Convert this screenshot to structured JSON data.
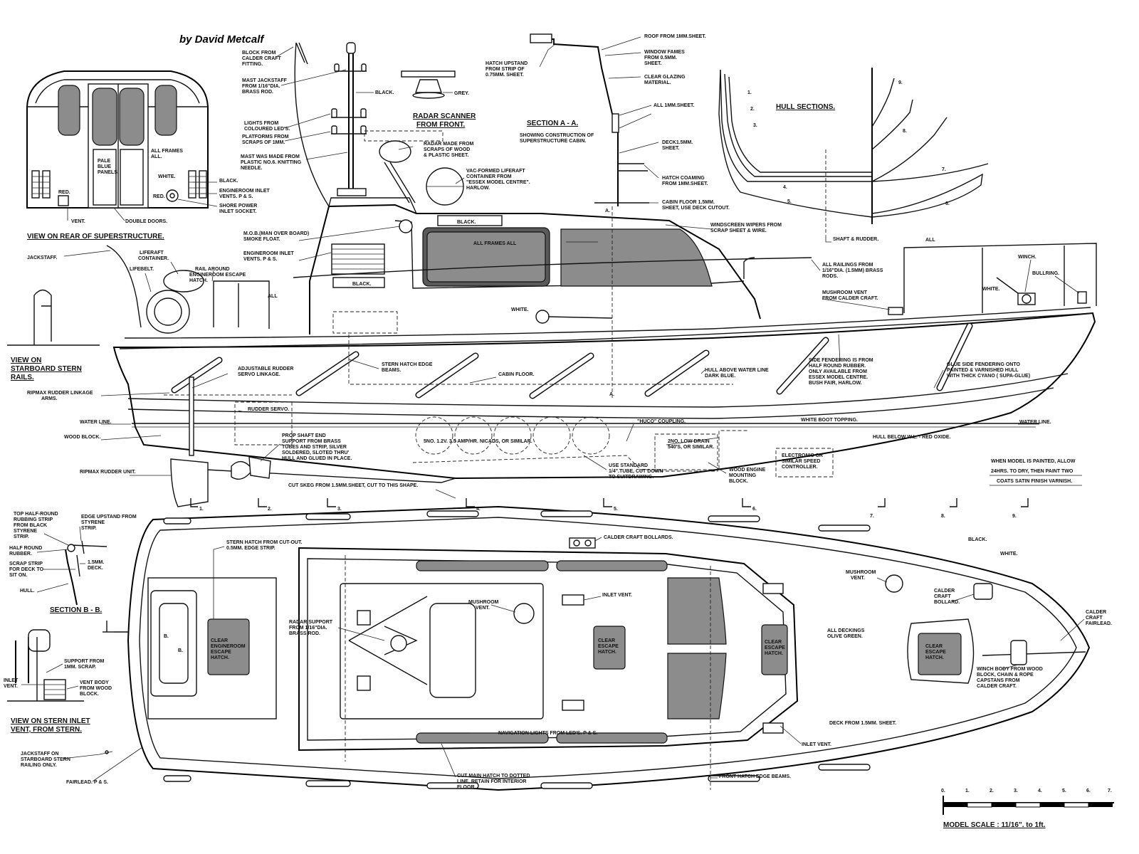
{
  "title": "by David Metcalf",
  "views": {
    "rear_superstructure": "VIEW ON REAR OF SUPERSTRUCTURE.",
    "starboard_stern": [
      "VIEW ON",
      "STARBOARD STERN",
      "RAILS."
    ],
    "section_aa": "SECTION A - A.",
    "section_aa_sub": [
      "SHOWING CONSTRUCTION OF",
      "SUPERSTRUCTURE CABIN."
    ],
    "hull_sections": "HULL SECTIONS.",
    "section_bb": "SECTION B - B.",
    "stern_inlet": [
      "VIEW ON STERN INLET",
      "VENT, FROM STERN."
    ],
    "radar_front": [
      "RADAR SCANNER",
      "FROM FRONT."
    ]
  },
  "rear_view_labels": {
    "pale_blue": [
      "PALE",
      "BLUE",
      "PANELS."
    ],
    "all_frames": [
      "ALL FRAMES",
      "ALL."
    ],
    "white": "WHITE.",
    "black": "BLACK.",
    "red_left": "RED.",
    "red_right": "RED.",
    "vent": "VENT.",
    "double_doors": "DOUBLE DOORS.",
    "engineroom_inlet": [
      "ENGINEROOM INLET",
      "VENTS. P & S."
    ],
    "shore_power": [
      "SHORE POWER",
      "INLET SOCKET."
    ]
  },
  "mast_labels": {
    "block": [
      "BLOCK FROM",
      "CALDER CRAFT",
      "FITTING."
    ],
    "jackstaff": [
      "MAST JACKSTAFF",
      "FROM 1/16\"dia.",
      "BRASS ROD."
    ],
    "lights": [
      "LIGHTS FROM",
      "COLOURED LED'S."
    ],
    "platforms": [
      "PLATFORMS FROM",
      "SCRAPS OF 1mm."
    ],
    "mast": [
      "MAST WAS MADE FROM",
      "PLASTIC No.6. KNITTING",
      "NEEDLE."
    ],
    "black": "BLACK.",
    "grey": "GREY.",
    "radar": [
      "RADAR MADE FROM",
      "SCRAPS OF WOOD",
      "& PLASTIC SHEET."
    ],
    "liferaft": [
      "VAC-FORMED LIFERAFT",
      "CONTAINER FROM",
      "\"ESSEX MODEL CENTRE\".",
      "HARLOW."
    ]
  },
  "section_aa_labels": {
    "roof": "ROOF FROM 1mm.SHEET.",
    "hatch_upstand": [
      "HATCH UPSTAND",
      "FROM STRIP OF",
      "0.75mm. SHEET."
    ],
    "window_frames": [
      "WINDOW FAMES",
      "FROM 0.5mm.",
      "SHEET."
    ],
    "glazing": [
      "CLEAR GLAZING",
      "MATERIAL."
    ],
    "all_sheet": "ALL 1mm.SHEET.",
    "deck": [
      "DECK1.5mm.",
      "SHEET."
    ],
    "coaming": [
      "HATCH COAMING",
      "FROM 1mm.SHEET."
    ],
    "cabin_floor": [
      "CABIN FLOOR 1.5mm.",
      "SHEET, USE DECK CUTOUT."
    ]
  },
  "hull_section_numbers": [
    "1.",
    "2.",
    "3.",
    "4.",
    "5.",
    "6.",
    "7.",
    "8.",
    "9."
  ],
  "shaft_rudder": "SHAFT & RUDDER.",
  "profile_labels": {
    "jackstaff": "JACKSTAFF.",
    "liferaft_container": [
      "LIFERAFT",
      "CONTAINER."
    ],
    "lifebelt": "LIFEBELT.",
    "rail": [
      "RAIL AROUND",
      "ENGINEROOM ESCAPE",
      "HATCH."
    ],
    "all": "ALL",
    "mob": [
      "M.O.B.(MAN OVER BOARD)",
      "SMOKE FLOAT."
    ],
    "engineroom_inlet": [
      "ENGINEROOM INLET",
      "VENTS. P & S."
    ],
    "black_panel": "BLACK.",
    "black_roof": "BLACK.",
    "all_frames": "ALL FRAMES ALL",
    "white": "WHITE.",
    "wipers": [
      "WINDSCREEN WIPERS FROM",
      "SCRAP SHEET & WIRE."
    ],
    "railings": [
      "ALL RAILINGS FROM",
      "1/16\"dia. (1.5mm) BRASS",
      "RODS."
    ],
    "all_bow": "ALL",
    "winch": "WINCH.",
    "bullring": "BULLRING.",
    "white_bow": "WHITE.",
    "mushroom": [
      "MUSHROOM VENT",
      "FROM CALDER CRAFT."
    ],
    "rudder_servo_linkage": [
      "ADJUSTABLE RUDDER",
      "SERVO LINKAGE."
    ],
    "stern_hatch_beams": [
      "STERN HATCH EDGE",
      "BEAMS."
    ],
    "cabin_floor": "CABIN FLOOR.",
    "hull_above": [
      "HULL ABOVE WATER LINE",
      "DARK BLUE."
    ],
    "side_fendering": [
      "SIDE FENDERING IS FROM",
      "HALF ROUND RUBBER.",
      "ONLY AVAILABLE FROM",
      "ESSEX MODEL CENTRE.",
      "BUSH FAIR, HARLOW."
    ],
    "glue_fendering": [
      "GLUE SIDE FENDERING ONTO",
      "PAINTED & VARNISHED HULL",
      "WITH THICK CYANO ( SUPA-GLUE)"
    ],
    "ripmax_linkage": [
      "RIPMAX RUDDER LINKAGE",
      "ARMS."
    ],
    "rudder_servo": "RUDDER SERVO.",
    "water_line_left": "WATER LINE.",
    "water_line_right": "WATER LINE.",
    "boot_topping": "WHITE BOOT TOPPING.",
    "wood_block": "WOOD BLOCK.",
    "prop_support": [
      "PROP SHAFT END",
      "SUPPORT FROM BRASS",
      "TUBES AND STRIP, SILVER",
      "SOLDERED, SLOTED THRU'",
      "HULL AND GLUED IN PLACE."
    ],
    "nicads": "5No. 1.2V. 3.5 AMP/HR. NICADS, OR SIMILAR.",
    "huco": "\"HUCO\" COUPLING.",
    "motors": [
      "2No. LOW DRAIN",
      "540's, OR SIMILAR."
    ],
    "speed_controller": [
      "ELECTRONIC OR",
      "SIMILAR SPEED",
      "CONTROLLER."
    ],
    "hull_below": "HULL BELOW W.L. - RED OXIDE.",
    "ripmax_rudder": "RIPMAX RUDDER UNIT.",
    "tube": [
      "USE STANDARD",
      "1/4\".TUBE, CUT DOWN",
      "TO SUITDRAWING."
    ],
    "engine_block": [
      "WOOD ENGINE",
      "MOUNTING",
      "BLOCK."
    ],
    "skeg": "CUT SKEG FROM 1.5mm.SHEET, CUT TO THIS SHAPE.",
    "paint_note": [
      "WHEN MODEL IS PAINTED, ALLOW",
      "24hrs. TO DRY, THEN PAINT TWO",
      "COATS SATIN FINISH VARNISH."
    ],
    "a_top": "A.",
    "a_bottom": "A."
  },
  "station_numbers": [
    "1.",
    "2.",
    "3.",
    "4.",
    "5.",
    "6.",
    "7.",
    "8.",
    "9."
  ],
  "plan_labels": {
    "top_rubbing": [
      "TOP HALF-ROUND",
      "RUBBING STRIP",
      "FROM BLACK",
      "STYRENE",
      "STRIP."
    ],
    "edge_upstand": [
      "EDGE UPSTAND FROM",
      "STYRENE",
      "STRIP."
    ],
    "half_round": [
      "HALF ROUND",
      "RUBBER."
    ],
    "scrap_strip": [
      "SCRAP STRIP",
      "FOR DECK TO",
      "SIT ON."
    ],
    "deck_thk": [
      "1.5mm.",
      "DECK."
    ],
    "hull": "HULL.",
    "stern_hatch": [
      "STERN HATCH FROM CUT-OUT.",
      "0.5mm. EDGE STRIP."
    ],
    "bollards": "CALDER CRAFT BOLLARDS.",
    "black": "BLACK.",
    "white": "WHITE.",
    "mushroom_bow": [
      "MUSHROOM",
      "VENT."
    ],
    "bollard": [
      "CALDER",
      "CRAFT",
      "BOLLARD."
    ],
    "fairlead_bow": [
      "CALDER",
      "CRAFT",
      "FAIRLEAD."
    ],
    "decking": [
      "ALL DECKINGS",
      "OLIVE GREEN."
    ],
    "mushroom_deck": [
      "MUSHROOM",
      "VENT."
    ],
    "inlet_vent_top": "INLET VENT.",
    "radar_support": [
      "RADAR SUPPORT",
      "FROM 1/16\"dia.",
      "BRASS ROD."
    ],
    "support_scrap": [
      "SUPPORT FROM",
      "1mm. SCRAP."
    ],
    "inlet_vent_side": [
      "INLET",
      "VENT."
    ],
    "vent_body": [
      "VENT BODY",
      "FROM WOOD",
      "BLOCK."
    ],
    "b_left": "B.",
    "b_right": "B.",
    "escape_stern": [
      "CLEAR",
      "ENGINEROOM",
      "ESCAPE",
      "HATCH."
    ],
    "escape_mid": [
      "CLEAR",
      "ESCAPE",
      "HATCH."
    ],
    "escape_fwd": [
      "CLEAR",
      "ESCAPE",
      "HATCH."
    ],
    "escape_bow": [
      "CLEAR",
      "ESCAPE",
      "HATCH."
    ],
    "winch_body": [
      "WINCH BODY FROM WOOD",
      "BLOCK, CHAIN & ROPE",
      "CAPSTANS FROM",
      "CALDER CRAFT."
    ],
    "deck_sheet": "DECK FROM 1.5mm. SHEET.",
    "inlet_vent_bottom": "INLET VENT.",
    "nav_lights": "NAVIGATION LIGHTS FROM LED's. P & S.",
    "front_beams": "FRONT HATCH EDGE BEAMS.",
    "main_hatch": [
      "CUT MAIN HATCH TO DOTTED",
      "LINE, RETAIN FOR INTERIOR",
      "FLOOR."
    ],
    "jackstaff_on": [
      "JACKSTAFF ON",
      "STARBOARD STERN",
      "RAILING ONLY."
    ],
    "fairlead": "FAIRLEAD. P & S."
  },
  "scale": {
    "ticks": [
      "0.",
      "1.",
      "2.",
      "3.",
      "4.",
      "5.",
      "6.",
      "7."
    ],
    "label": "MODEL SCALE : 11/16\". to 1ft."
  }
}
